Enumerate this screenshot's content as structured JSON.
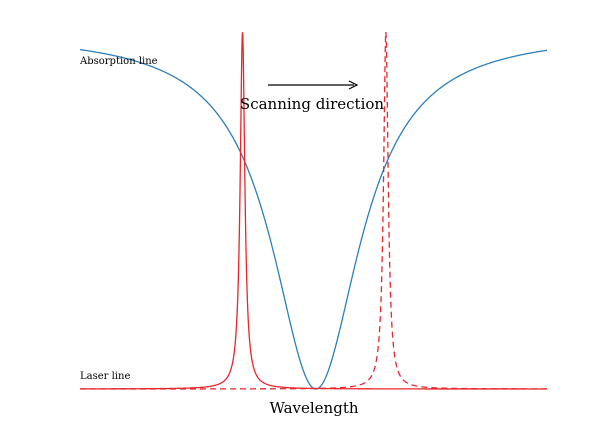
{
  "texts": {
    "absorption_label": "Absorption line",
    "laser_label": "Laser line",
    "scan_label": "Scanning direction",
    "xlabel": "Wavelength"
  },
  "colors": {
    "absorption": "#2c7fb8",
    "laser": "#e8262b",
    "text": "#000000",
    "arrow": "#000000"
  },
  "chart_data": {
    "type": "line",
    "title": "",
    "xlabel": "Wavelength",
    "ylabel": "",
    "xlim": [
      0,
      1
    ],
    "ylim": [
      0,
      1
    ],
    "grid": false,
    "legend": "none",
    "series": [
      {
        "name": "Absorption line",
        "style": "solid",
        "profile": "lorentzian-dip",
        "center": 0.505,
        "hwhm": 0.115,
        "depth": 1.0
      },
      {
        "name": "Laser line",
        "style": "solid",
        "profile": "lorentzian-peak",
        "center": 0.348,
        "hwhm": 0.006,
        "peak": 1.0
      },
      {
        "name": "Laser line",
        "style": "dashed",
        "profile": "lorentzian-peak",
        "center": 0.655,
        "hwhm": 0.006,
        "peak": 1.0
      }
    ],
    "annotations": [
      {
        "text": "Scanning direction",
        "arrow": "right"
      }
    ]
  }
}
